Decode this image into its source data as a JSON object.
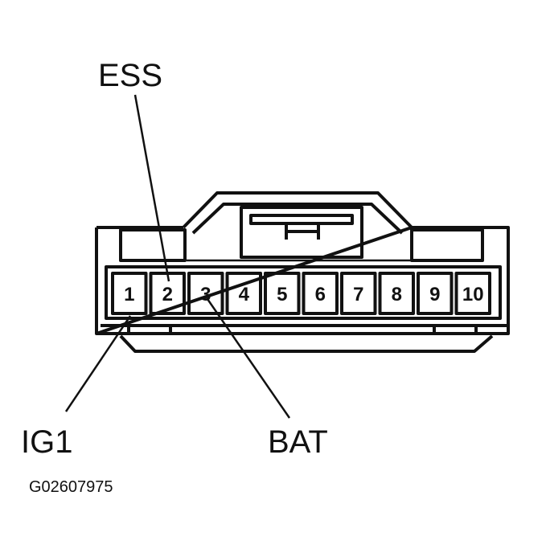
{
  "diagram": {
    "pins": [
      "1",
      "2",
      "3",
      "4",
      "5",
      "6",
      "7",
      "8",
      "9",
      "10"
    ],
    "callouts": {
      "ess": "ESS",
      "ig1": "IG1",
      "bat": "BAT"
    },
    "figure_id": "G02607975",
    "colors": {
      "line": "#111111",
      "background": "#ffffff"
    }
  }
}
